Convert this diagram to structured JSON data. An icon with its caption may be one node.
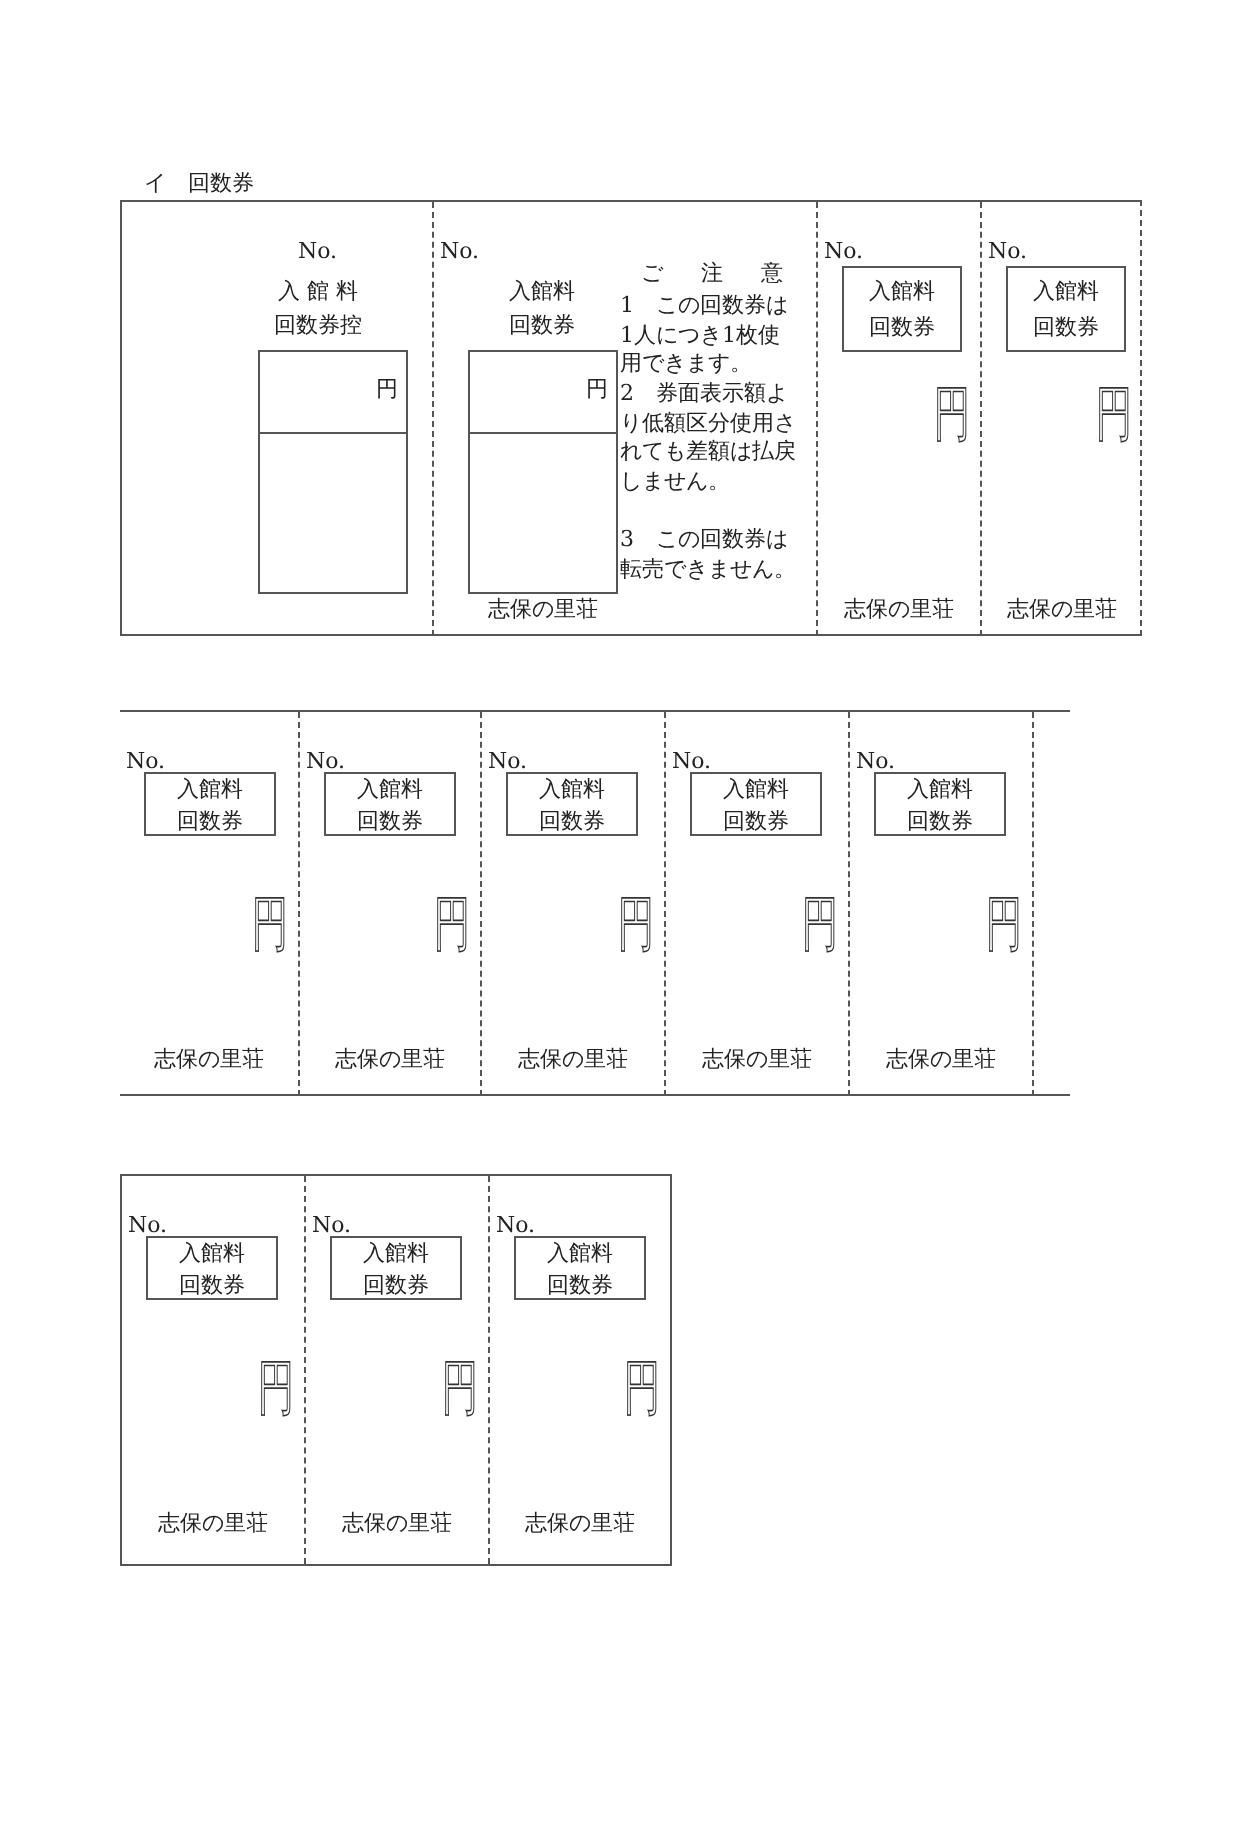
{
  "diagram": {
    "title": "イ　回数券",
    "nodes": [
      {
        "text": [],
        "shape": "box"
      },
      {
        "text": [
          "No.",
          "入 館 料",
          "回数券控"
        ],
        "in": 0
      },
      {
        "text": [
          "円"
        ],
        "in": 1
      },
      {
        "text": [
          "No.",
          "入館料回数券",
          "志保の里荘",
          "ご　注　意",
          "1　この回数券は1人につき1枚使用できます。",
          "2　券面表示額より低額区分使用されても差額は払戻しません。",
          "3　この回数券は転売できません。"
        ],
        "in": 0
      },
      {
        "text": [
          "円"
        ],
        "in": 3
      },
      {
        "text": [
          "No.",
          "円",
          "志保の里荘"
        ],
        "in": 0
      },
      {
        "text": [
          "入館料回数券"
        ],
        "in": 5
      },
      {
        "text": [
          "No.",
          "円",
          "志保の里荘"
        ],
        "in": 0
      },
      {
        "text": [
          "入館料回数券"
        ],
        "in": 7
      },
      {
        "text": [],
        "shape": "box"
      },
      {
        "text": [
          "No.",
          "円",
          "志保の里荘"
        ],
        "in": 9
      },
      {
        "text": [
          "入館料回数券"
        ],
        "in": 10
      },
      {
        "text": [
          "No.",
          "円",
          "志保の里荘"
        ],
        "in": 9
      },
      {
        "text": [
          "入館料回数券"
        ],
        "in": 12
      },
      {
        "text": [
          "No.",
          "円",
          "志保の里荘"
        ],
        "in": 9
      },
      {
        "text": [
          "入館料回数券"
        ],
        "in": 14
      },
      {
        "text": [
          "No.",
          "円",
          "志保の里荘"
        ],
        "in": 9
      },
      {
        "text": [
          "入館料回数券"
        ],
        "in": 16
      },
      {
        "text": [
          "No.",
          "円",
          "志保の里荘"
        ],
        "in": 9
      },
      {
        "text": [
          "入館料回数券"
        ],
        "in": 18
      },
      {
        "text": [],
        "shape": "box"
      },
      {
        "text": [
          "No.",
          "円",
          "志保の里荘"
        ],
        "in": 20
      },
      {
        "text": [
          "入館料回数券"
        ],
        "in": 21
      },
      {
        "text": [
          "No.",
          "円",
          "志保の里荘"
        ],
        "in": 20
      },
      {
        "text": [
          "入館料回数券"
        ],
        "in": 23
      },
      {
        "text": [
          "No.",
          "円",
          "志保の里荘"
        ],
        "in": 20
      },
      {
        "text": [
          "入館料回数券"
        ],
        "in": 25
      }
    ]
  }
}
